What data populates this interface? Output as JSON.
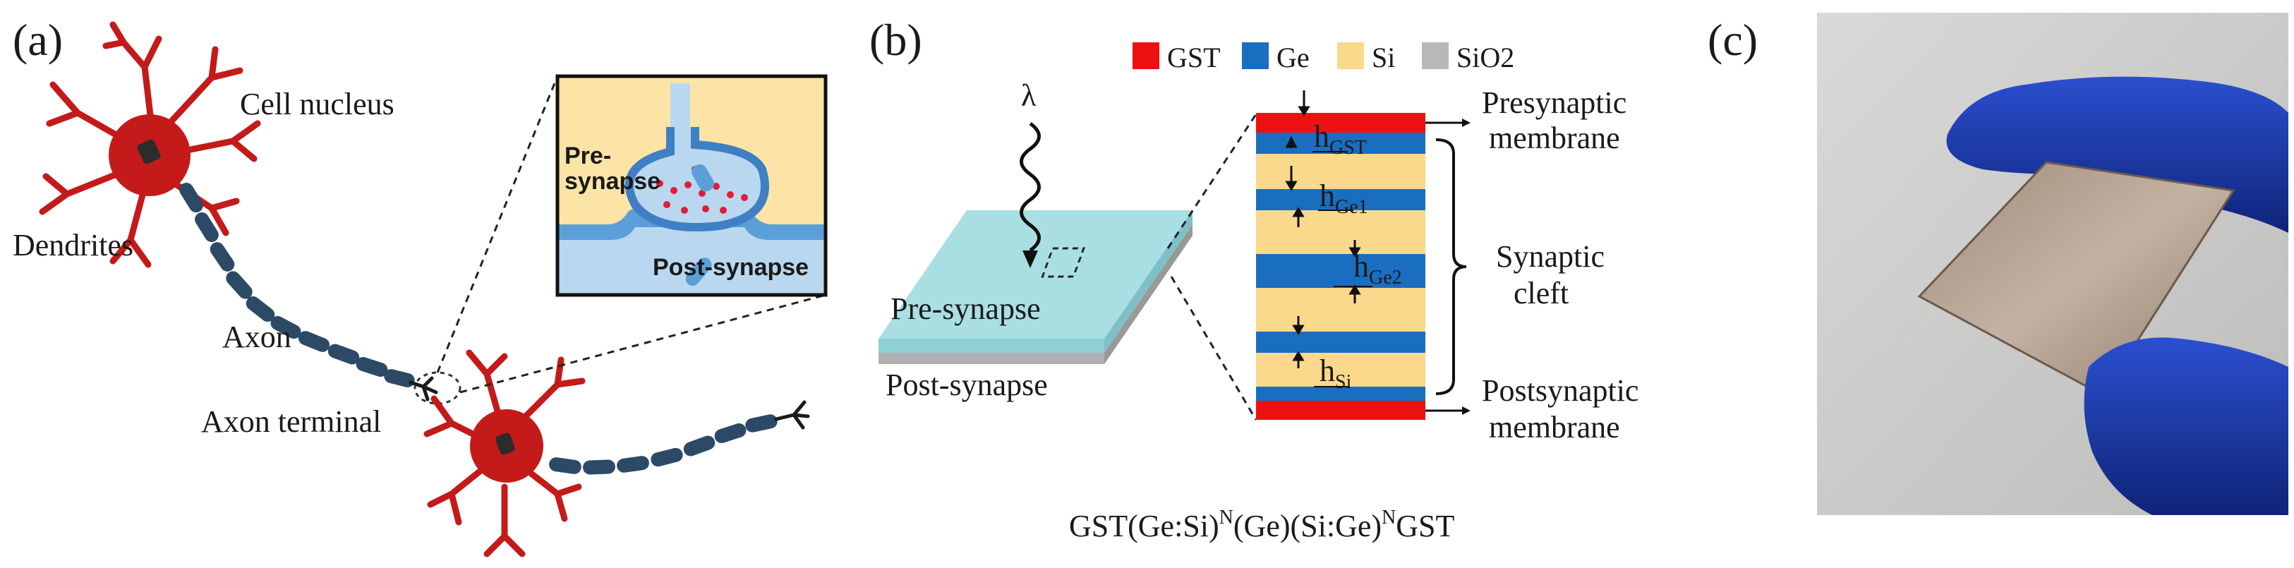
{
  "panel_a": {
    "letter": "(a)",
    "cell_nucleus": "Cell nucleus",
    "dendrites": "Dendrites",
    "axon": "Axon",
    "axon_terminal": "Axon terminal",
    "inset_pre": "Pre-",
    "inset_pre2": "synapse",
    "inset_post": "Post-synapse"
  },
  "panel_b": {
    "letter": "(b)",
    "legend": [
      {
        "label": "GST",
        "color": "#ee1111"
      },
      {
        "label": "Ge",
        "color": "#1a6ec0"
      },
      {
        "label": "Si",
        "color": "#fbd98c"
      },
      {
        "label": "SiO2",
        "color": "#b8b8b8"
      }
    ],
    "lambda": "λ",
    "pre_synapse": "Pre-synapse",
    "post_synapse": "Post-synapse",
    "h_gst": "h",
    "h_gst_sub": "GST",
    "h_ge1": "h",
    "h_ge1_sub": "Ge1",
    "h_ge2": "h",
    "h_ge2_sub": "Ge2",
    "h_si": "h",
    "h_si_sub": "Si",
    "presynaptic1": "Presynaptic",
    "presynaptic2": "membrane",
    "synaptic1": "Synaptic",
    "synaptic2": "cleft",
    "postsynaptic1": "Postsynaptic",
    "postsynaptic2": "membrane",
    "formula_a": "GST(Ge:Si)",
    "formula_sup1": "N",
    "formula_b": "(Ge)(Si:Ge)",
    "formula_sup2": "N",
    "formula_c": "GST"
  },
  "panel_c": {
    "letter": "(c)"
  },
  "colors": {
    "neuron_red": "#c41a1a",
    "axon_blue": "#2c4a66",
    "gst_red": "#ee1111",
    "ge_blue": "#1a6ec0",
    "si_yellow": "#fbd98c",
    "glove_blue": "#1c3aa6",
    "substrate_cyan": "#a9dfe3"
  }
}
